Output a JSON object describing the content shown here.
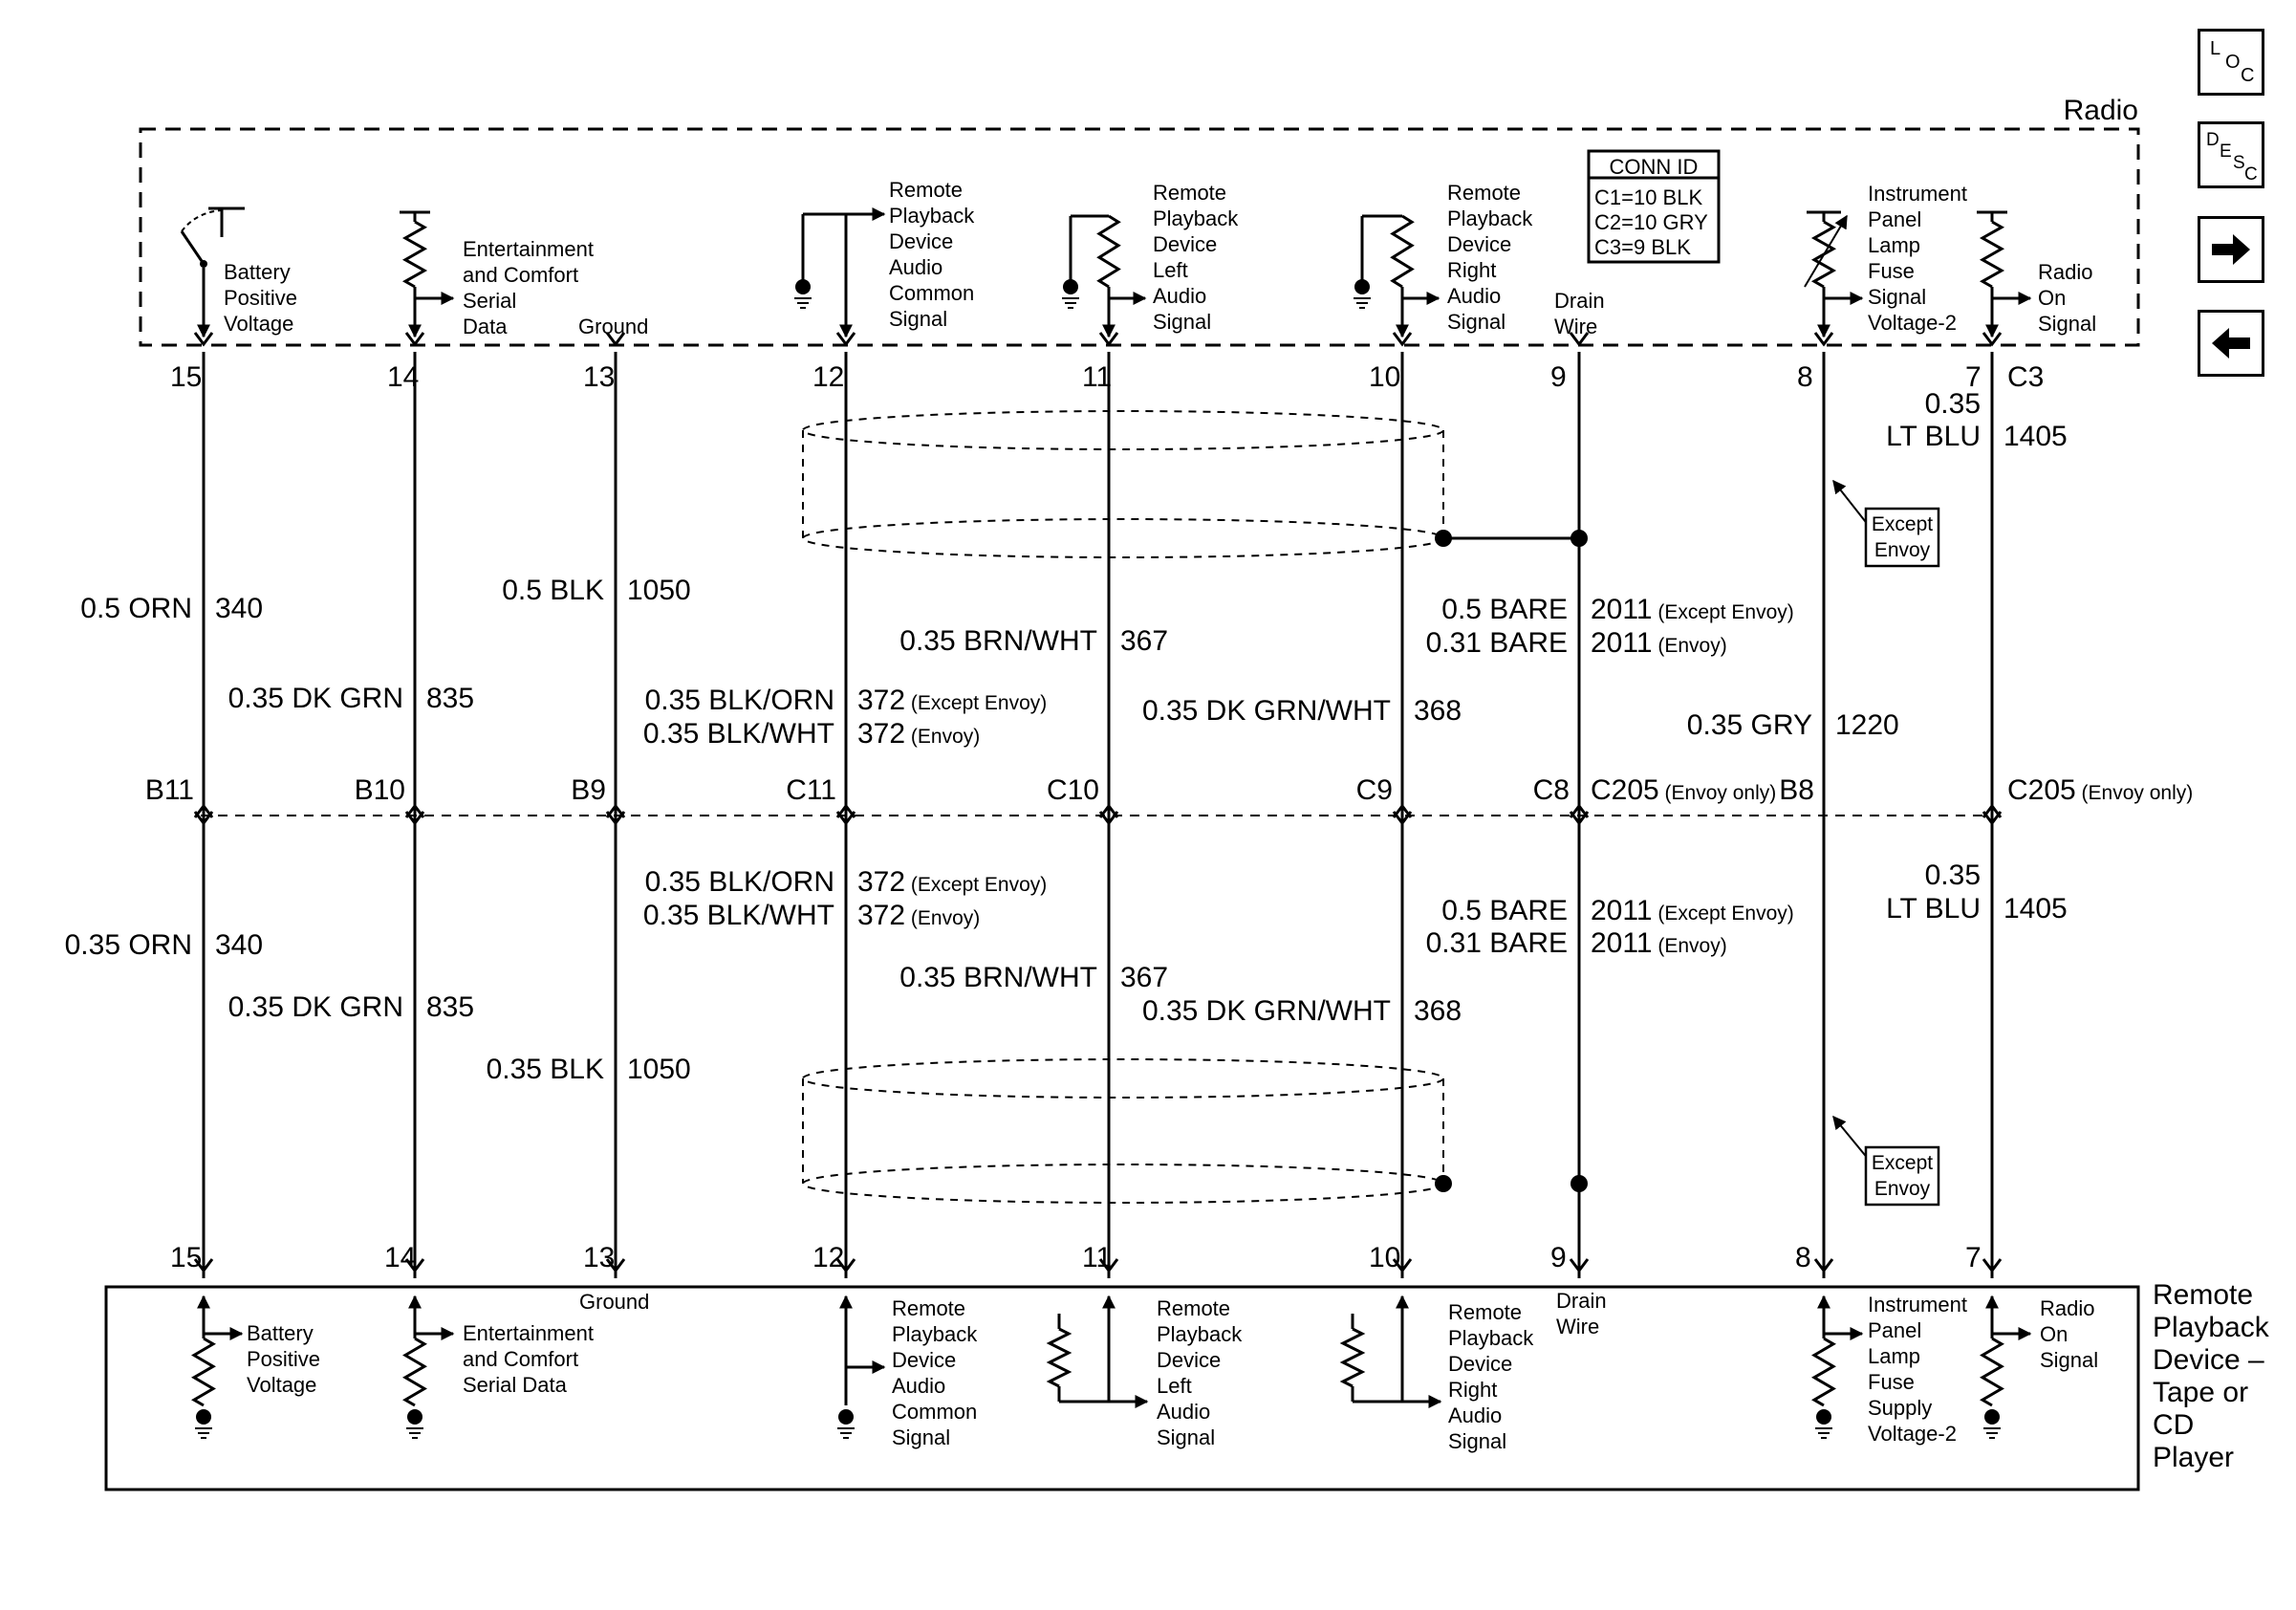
{
  "radio": {
    "title": "Radio",
    "conn_id": {
      "header": "CONN ID",
      "lines": [
        "C1=10 BLK",
        "C2=10 GRY",
        "C3=9 BLK"
      ]
    },
    "pin_labels": [
      {
        "lines": [
          "Battery",
          "Positive",
          "Voltage"
        ]
      },
      {
        "lines": [
          "Entertainment",
          "and Comfort",
          "Serial",
          "Data"
        ]
      },
      {
        "lines": [
          "Ground"
        ]
      },
      {
        "lines": [
          "Remote",
          "Playback",
          "Device",
          "Audio",
          "Common",
          "Signal"
        ]
      },
      {
        "lines": [
          "Remote",
          "Playback",
          "Device",
          "Left",
          "Audio",
          "Signal"
        ]
      },
      {
        "lines": [
          "Remote",
          "Playback",
          "Device",
          "Right",
          "Audio",
          "Signal"
        ]
      },
      {
        "lines": [
          "Drain",
          "Wire"
        ]
      },
      {
        "lines": [
          "Instrument",
          "Panel",
          "Lamp",
          "Fuse",
          "Signal",
          "Voltage-2"
        ]
      },
      {
        "lines": [
          "Radio",
          "On",
          "Signal"
        ]
      }
    ],
    "pin_numbers": [
      "15",
      "14",
      "13",
      "12",
      "11",
      "10",
      "9",
      "8",
      "7"
    ],
    "connector": "C3"
  },
  "upper_wires": [
    {
      "lines": [
        {
          "size_color": "0.5 ORN",
          "circuit": "340"
        }
      ]
    },
    {
      "lines": [
        {
          "size_color": "0.35 DK GRN",
          "circuit": "835"
        }
      ]
    },
    {
      "lines": [
        {
          "size_color": "0.5 BLK",
          "circuit": "1050"
        }
      ]
    },
    {
      "lines": [
        {
          "size_color": "0.35 BLK/ORN",
          "circuit": "372",
          "note": "(Except Envoy)"
        },
        {
          "size_color": "0.35 BLK/WHT",
          "circuit": "372",
          "note": "(Envoy)"
        }
      ]
    },
    {
      "lines": [
        {
          "size_color": "0.35 BRN/WHT",
          "circuit": "367"
        }
      ]
    },
    {
      "lines": [
        {
          "size_color": "0.35 DK GRN/WHT",
          "circuit": "368"
        }
      ]
    },
    {
      "lines": [
        {
          "size_color": "0.5 BARE",
          "circuit": "2011",
          "note": "(Except Envoy)"
        },
        {
          "size_color": "0.31 BARE",
          "circuit": "2011",
          "note": "(Envoy)"
        }
      ]
    },
    {
      "lines": [
        {
          "size_color": "0.35 GRY",
          "circuit": "1220"
        }
      ]
    },
    {
      "lines": [
        {
          "size_color": "0.35",
          "circuit": ""
        },
        {
          "size_color": "LT BLU",
          "circuit": "1405"
        }
      ]
    }
  ],
  "inline_connector": {
    "pins": [
      "B11",
      "B10",
      "B9",
      "C11",
      "C10",
      "C9",
      "C8",
      "B8"
    ],
    "name_left": "C205",
    "name_right": "C205",
    "note": "(Envoy only)"
  },
  "lower_wires": [
    {
      "lines": [
        {
          "size_color": "0.35 ORN",
          "circuit": "340"
        }
      ]
    },
    {
      "lines": [
        {
          "size_color": "0.35 DK GRN",
          "circuit": "835"
        }
      ]
    },
    {
      "lines": [
        {
          "size_color": "0.35 BLK",
          "circuit": "1050"
        }
      ]
    },
    {
      "lines": [
        {
          "size_color": "0.35 BLK/ORN",
          "circuit": "372",
          "note": "(Except Envoy)"
        },
        {
          "size_color": "0.35 BLK/WHT",
          "circuit": "372",
          "note": "(Envoy)"
        }
      ]
    },
    {
      "lines": [
        {
          "size_color": "0.35 BRN/WHT",
          "circuit": "367"
        }
      ]
    },
    {
      "lines": [
        {
          "size_color": "0.35 DK GRN/WHT",
          "circuit": "368"
        }
      ]
    },
    {
      "lines": [
        {
          "size_color": "0.5 BARE",
          "circuit": "2011",
          "note": "(Except Envoy)"
        },
        {
          "size_color": "0.31 BARE",
          "circuit": "2011",
          "note": "(Envoy)"
        }
      ]
    },
    {
      "lines": []
    },
    {
      "lines": [
        {
          "size_color": "0.35",
          "circuit": ""
        },
        {
          "size_color": "LT BLU",
          "circuit": "1405"
        }
      ]
    }
  ],
  "except_envoy_note": [
    "Except",
    "Envoy"
  ],
  "player": {
    "title_lines": [
      "Remote",
      "Playback",
      "Device –",
      "Tape or",
      "CD",
      "Player"
    ],
    "pin_numbers": [
      "15",
      "14",
      "13",
      "12",
      "11",
      "10",
      "9",
      "8",
      "7"
    ],
    "pin_labels": [
      {
        "lines": [
          "Battery",
          "Positive",
          "Voltage"
        ]
      },
      {
        "lines": [
          "Entertainment",
          "and Comfort",
          "Serial Data"
        ]
      },
      {
        "lines": [
          "Ground"
        ]
      },
      {
        "lines": [
          "Remote",
          "Playback",
          "Device",
          "Audio",
          "Common",
          "Signal"
        ]
      },
      {
        "lines": [
          "Remote",
          "Playback",
          "Device",
          "Left",
          "Audio",
          "Signal"
        ]
      },
      {
        "lines": [
          "Remote",
          "Playback",
          "Device",
          "Right",
          "Audio",
          "Signal"
        ]
      },
      {
        "lines": [
          "Drain",
          "Wire"
        ]
      },
      {
        "lines": [
          "Instrument",
          "Panel",
          "Lamp",
          "Fuse",
          "Supply",
          "Voltage-2"
        ]
      },
      {
        "lines": [
          "Radio",
          "On",
          "Signal"
        ]
      }
    ]
  },
  "nav": {
    "loc": {
      "parts": [
        "L",
        "O",
        "C"
      ],
      "icon": "location-icon"
    },
    "desc": {
      "parts": [
        "D",
        "E",
        "S",
        "C"
      ],
      "icon": "description-icon"
    },
    "next": {
      "icon": "arrow-right-icon"
    },
    "prev": {
      "icon": "arrow-left-icon"
    }
  }
}
